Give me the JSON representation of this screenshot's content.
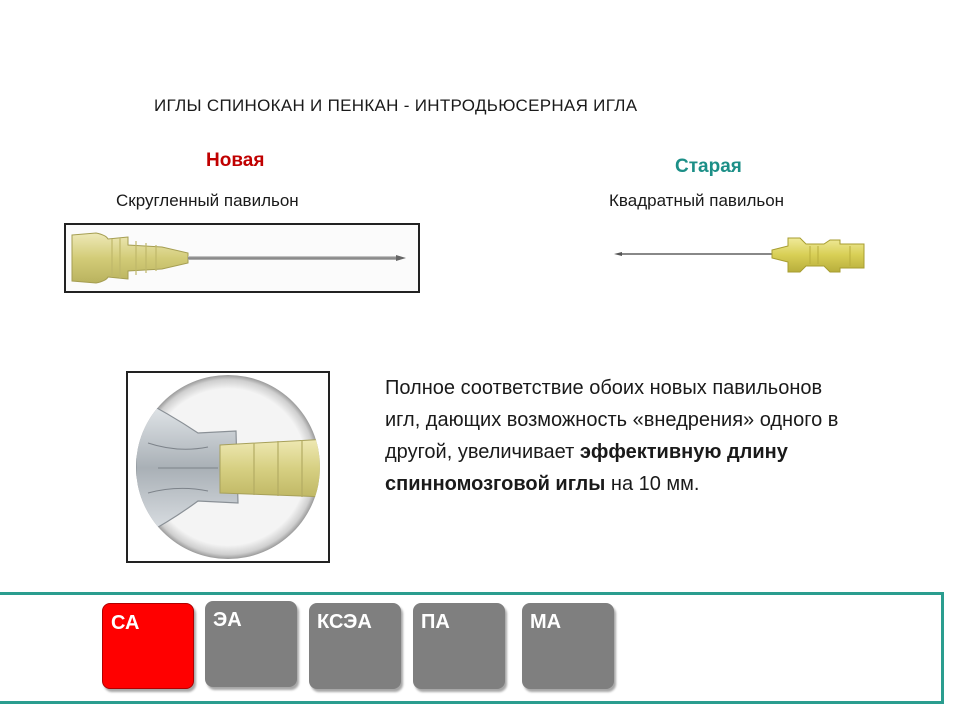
{
  "title": "ИГЛЫ СПИНОКАН И ПЕНКАН - ИНТРОДЬЮСЕРНАЯ ИГЛА",
  "new_needle": {
    "label": "Новая",
    "subtitle": "Скругленный павильон",
    "color": "#c00000"
  },
  "old_needle": {
    "label": "Старая",
    "subtitle": "Квадратный павильон",
    "color": "#1c8f87"
  },
  "description": {
    "part1": "Полное соответствие обоих новых павильонов игл, дающих возможность «внедрения» одного в другой, увеличивает ",
    "bold": "эффективную длину спинномозговой иглы",
    "part2": " на 10 мм."
  },
  "tabs": [
    {
      "label": "СА",
      "active": true
    },
    {
      "label": "ЭА",
      "active": false
    },
    {
      "label": "КСЭА",
      "active": false
    },
    {
      "label": "ПА",
      "active": false
    },
    {
      "label": "МА",
      "active": false
    }
  ],
  "colors": {
    "accent_frame": "#2a9d8f",
    "active_tab": "#ff0000",
    "inactive_tab": "#7f7f7f",
    "hub_yellow": "#d9d27a"
  }
}
